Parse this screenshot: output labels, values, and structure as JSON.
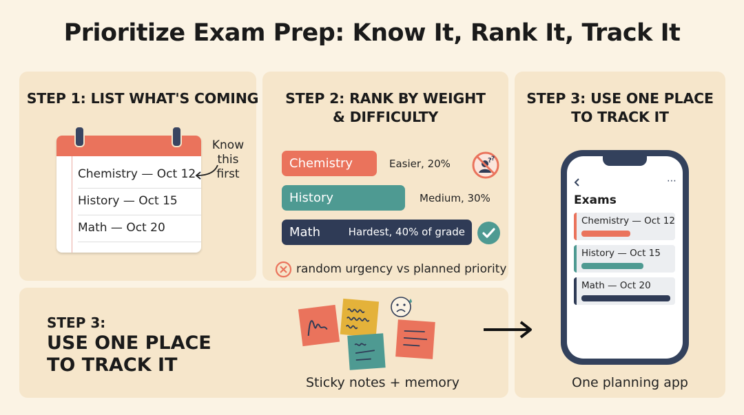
{
  "title": "Prioritize Exam Prep: Know It, Rank It, Track It",
  "step1": {
    "heading": "STEP 1: LIST WHAT'S COMING",
    "items": [
      "Chemistry — Oct 12",
      "History — Oct 15",
      "Math — Oct 20"
    ],
    "note": "Know this first"
  },
  "step2": {
    "heading_line1": "STEP 2: RANK BY WEIGHT",
    "heading_line2": "& DIFFICULTY",
    "rows": [
      {
        "subject": "Chemistry",
        "label": "Easier, 20%",
        "color": "#ea735c",
        "fill": 0.5
      },
      {
        "subject": "History",
        "label": "Medium, 30%",
        "color": "#4e9a92",
        "fill": 0.65
      },
      {
        "subject": "Math",
        "label": "Hardest, 40% of grade",
        "color": "#2f3b56",
        "fill": 1.0
      }
    ],
    "bottom_note": "random urgency vs planned priority"
  },
  "step3_top": {
    "heading_line1": "STEP 3: USE ONE PLACE",
    "heading_line2": "TO TRACK IT"
  },
  "step3_wide": {
    "heading_line1": "STEP 3:",
    "big_line1": "USE ONE PLACE",
    "big_line2": "TO TRACK IT",
    "caption": "Sticky notes + memory"
  },
  "phone": {
    "back_icon": "chevron-left-icon",
    "title": "Exams",
    "items": [
      {
        "label": "Chemistry — Oct 12",
        "color": "#ea735c",
        "fill": 0.55
      },
      {
        "label": "History — Oct 15",
        "color": "#4e9a92",
        "fill": 0.7
      },
      {
        "label": "Math — Oct 20",
        "color": "#2f3b56",
        "fill": 1.0
      }
    ],
    "caption": "One planning app"
  },
  "colors": {
    "coral": "#ea735c",
    "teal": "#4e9a92",
    "navy": "#2f3b56",
    "panel": "#f6e6cb",
    "background": "#fbf3e4"
  }
}
